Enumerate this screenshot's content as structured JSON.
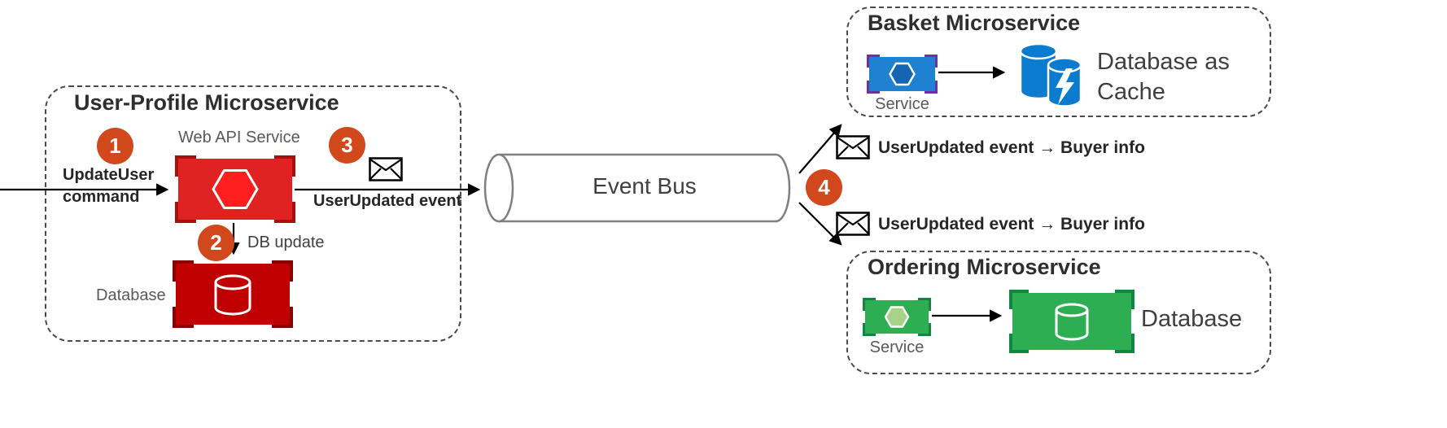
{
  "user_profile": {
    "title": "User-Profile Microservice",
    "step1_badge": "1",
    "step2_badge": "2",
    "step3_badge": "3",
    "command_label": "UpdateUser\ncommand",
    "web_api_label": "Web API Service",
    "db_update_label": "DB update",
    "event_label": "UserUpdated event",
    "database_label": "Database"
  },
  "event_bus": {
    "label": "Event Bus",
    "step4_badge": "4"
  },
  "messages": {
    "to_basket": "UserUpdated event → Buyer info",
    "to_ordering": "UserUpdated event → Buyer info"
  },
  "basket": {
    "title": "Basket Microservice",
    "service_label": "Service",
    "database_label": "Database as\nCache"
  },
  "ordering": {
    "title": "Ordering Microservice",
    "service_label": "Service",
    "database_label": "Database"
  },
  "icons": {
    "envelope": "envelope-icon",
    "service_container": "hexagon-container-icon",
    "database": "database-cylinder-icon",
    "cache_database": "database-lightning-icon"
  },
  "colors": {
    "badge": "#d0481b",
    "service_red": "#e02222",
    "database_red": "#c00000",
    "service_blue": "#1e81d2",
    "bracket_purple": "#7030a0",
    "service_green": "#2eae52",
    "hexagon_light_green": "#a6d388",
    "database_blue": "#0b7bd0",
    "text_gray": "#595959",
    "text_dark": "#2e2e2e"
  }
}
